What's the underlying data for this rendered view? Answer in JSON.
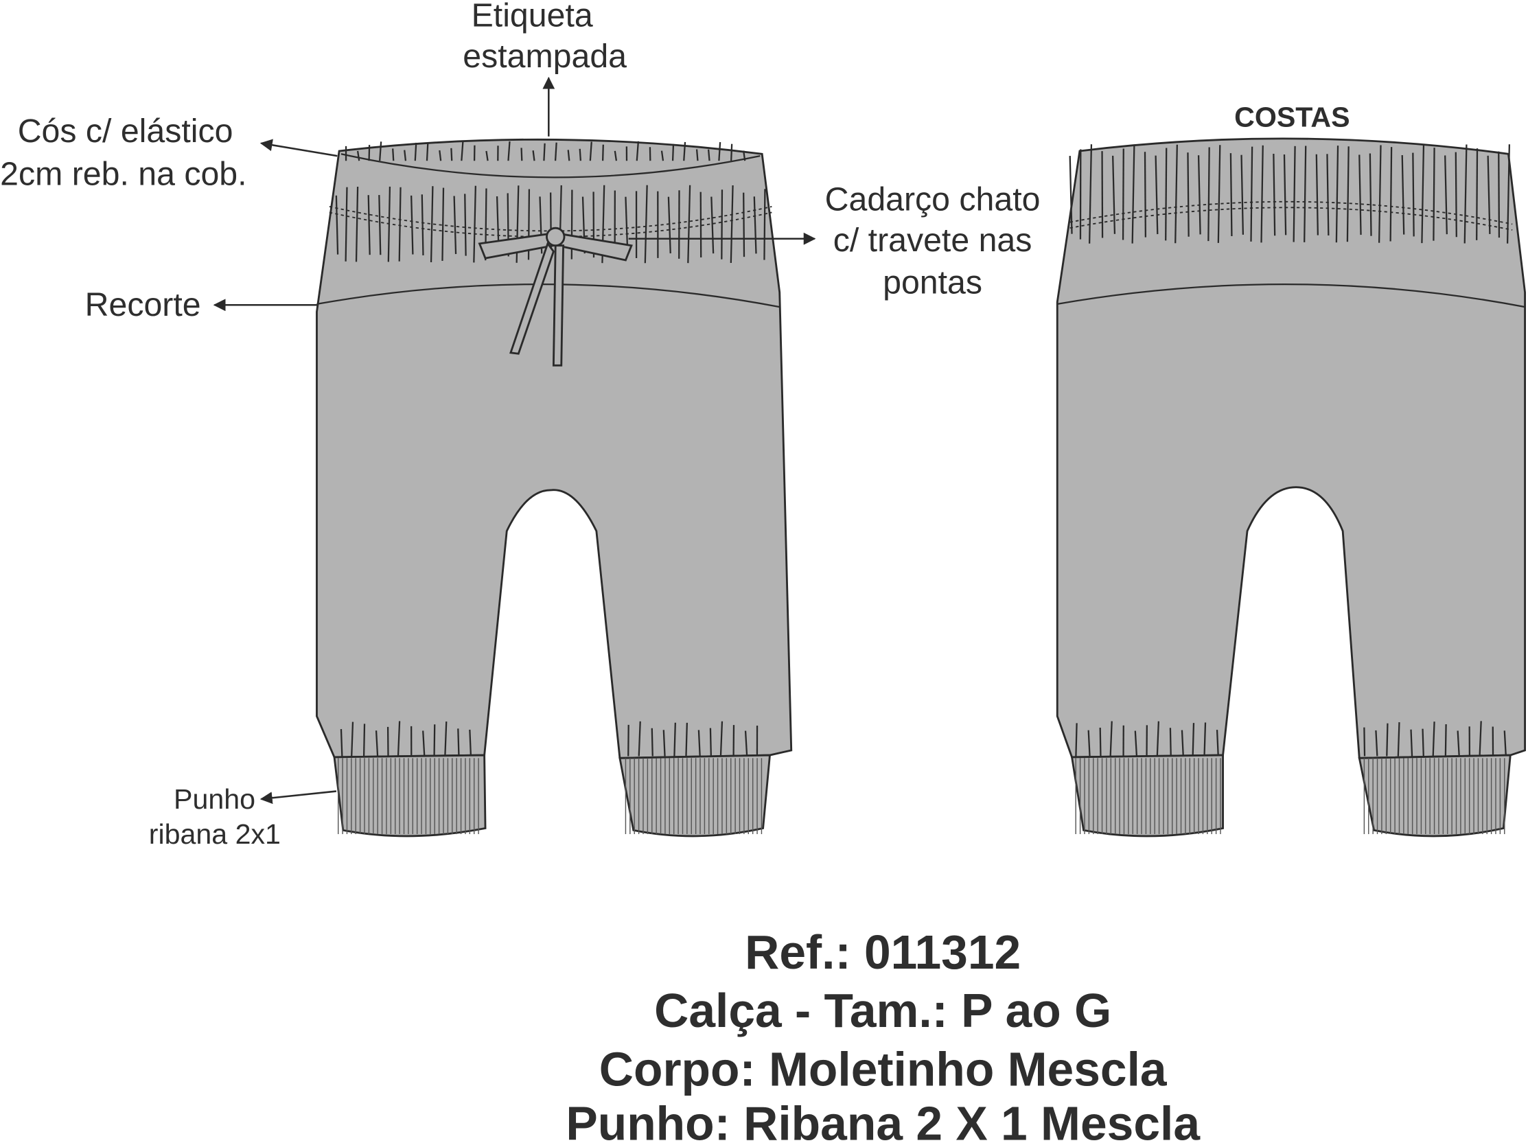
{
  "labels": {
    "etiqueta_1": "Etiqueta",
    "etiqueta_2": "estampada",
    "cos_1": "Cós c/ elástico",
    "cos_2": "2cm reb. na cob.",
    "recorte": "Recorte",
    "cadarco_1": "Cadarço chato",
    "cadarco_2": "c/ travete nas",
    "cadarco_3": "pontas",
    "punho_1": "Punho",
    "punho_2": "ribana 2x1",
    "costas": "COSTAS"
  },
  "spec": {
    "ref": "Ref.: 011312",
    "product": "Calça - Tam.: P ao G",
    "body": "Corpo:  Moletinho Mescla",
    "cuff": "Punho: Ribana 2 X 1 Mescla"
  },
  "colors": {
    "fabric": "#b3b3b3",
    "ink": "#2e2e2e"
  }
}
